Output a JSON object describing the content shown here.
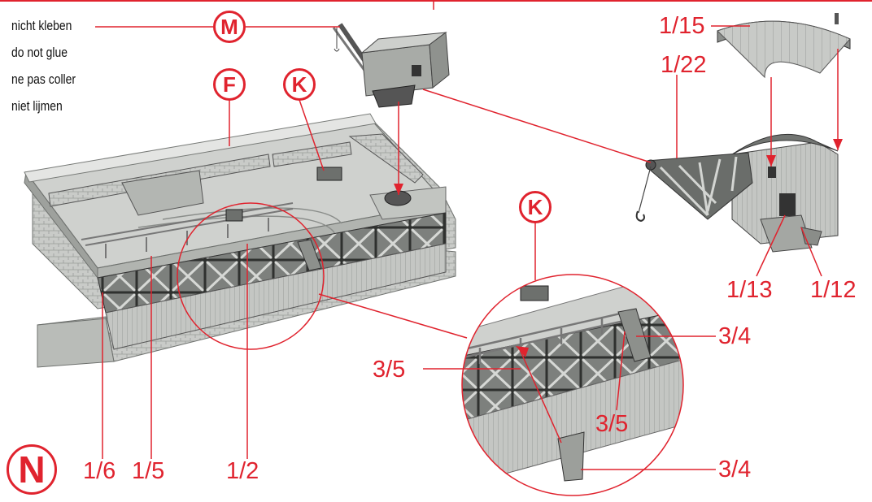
{
  "notes": [
    "nicht kleben",
    "do not glue",
    "ne pas coller",
    "niet lijmen"
  ],
  "badges": {
    "m": "M",
    "f": "F",
    "k_top": "K",
    "k_detail": "K",
    "n": "N"
  },
  "part_labels": {
    "p1_15": "1/15",
    "p1_22": "1/22",
    "p1_13": "1/13",
    "p1_12": "1/12",
    "p3_4_top": "3/4",
    "p3_5_left": "3/5",
    "p3_5_mid": "3/5",
    "p3_4_bottom": "3/4",
    "p1_6": "1/6",
    "p1_5": "1/5",
    "p1_2": "1/2"
  },
  "colors": {
    "accent": "#e0232e",
    "model_light": "#d2d4d1",
    "model_mid": "#a9aca8",
    "model_dark": "#5d605d",
    "text": "#111111"
  }
}
